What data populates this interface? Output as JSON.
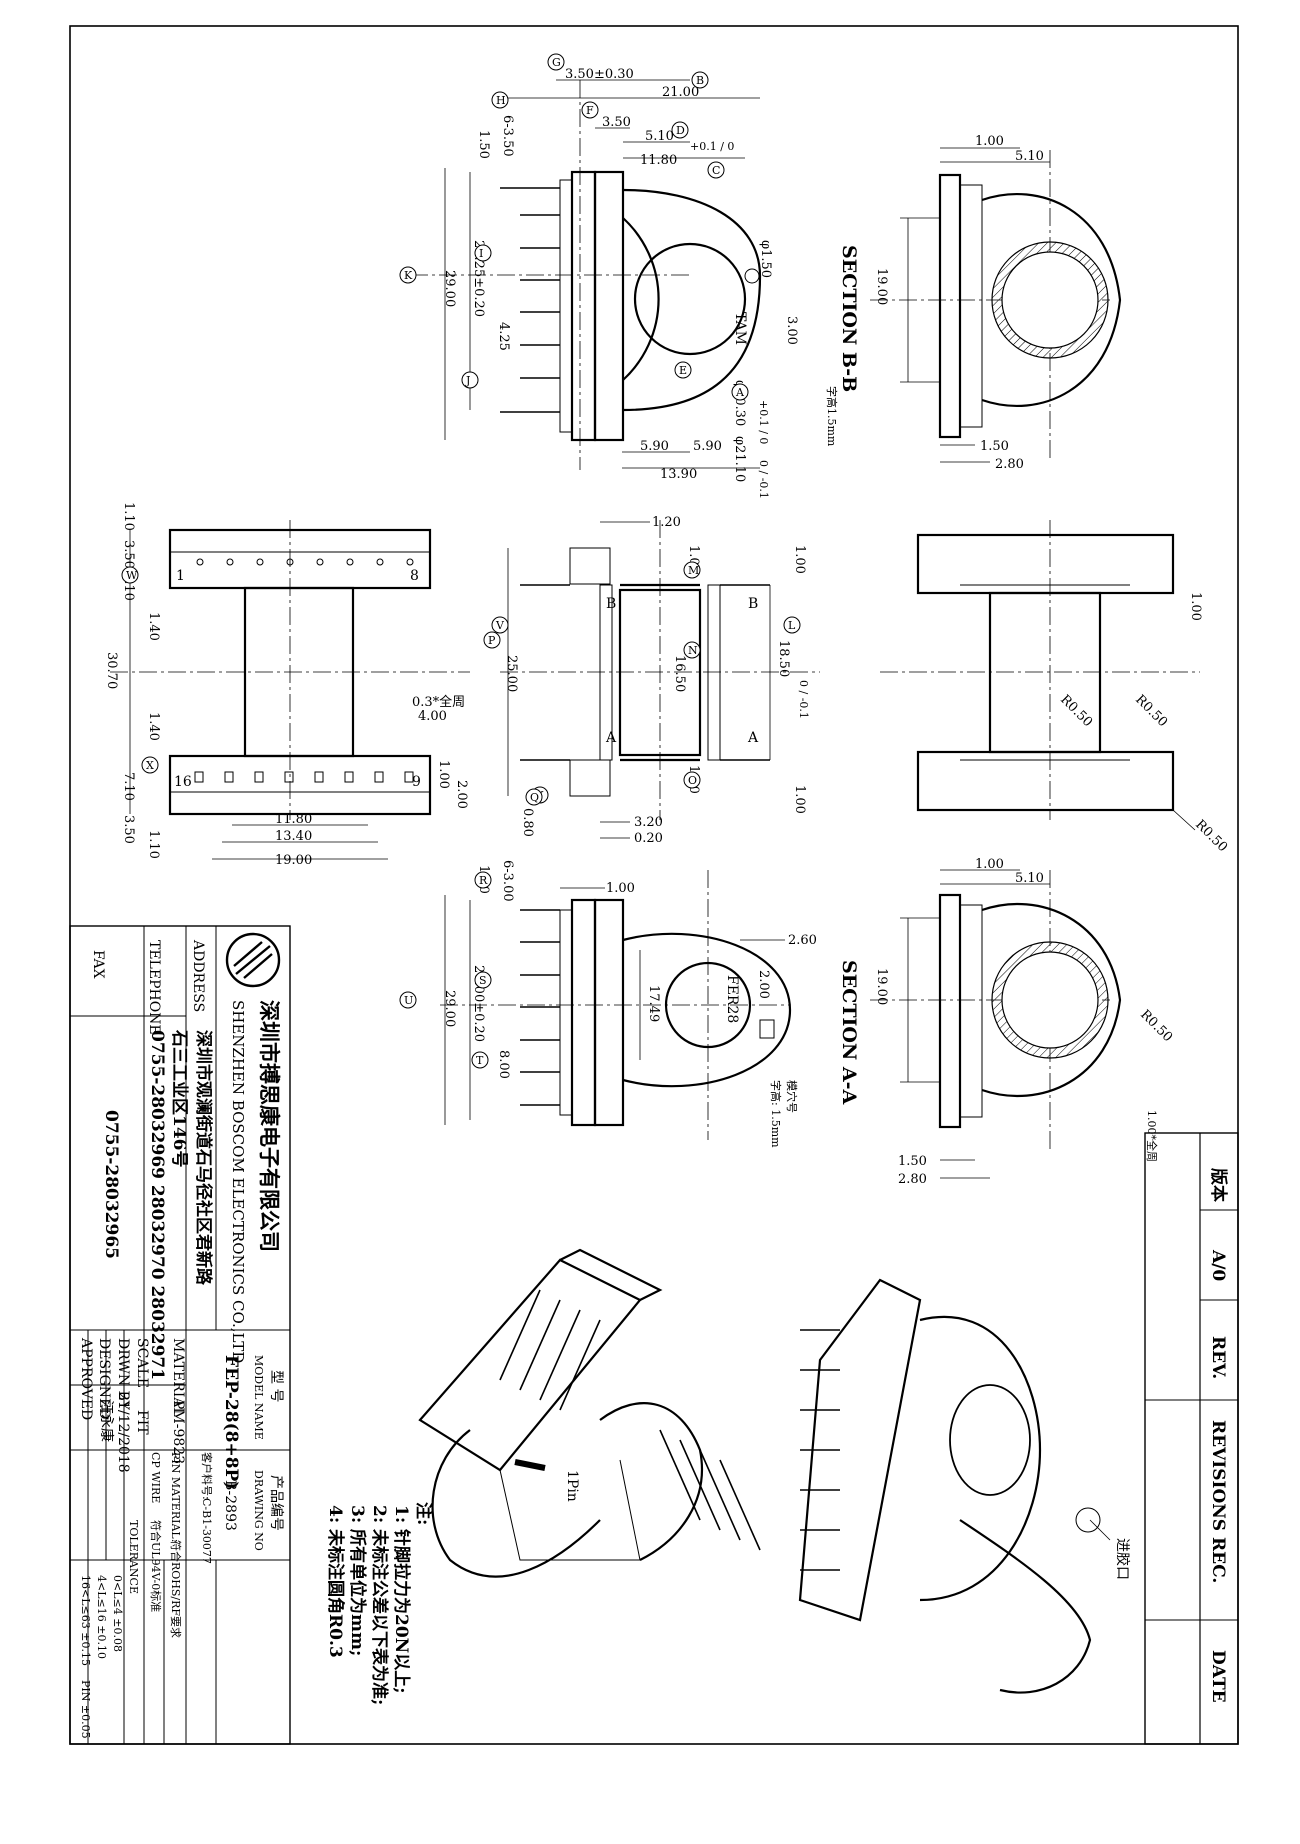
{
  "company": {
    "name_cn": "深圳市搏思康电子有限公司",
    "name_en": "SHENZHEN BOSCOM ELECTRONICS CO.,LTD",
    "address_label": "ADDRESS",
    "address_line1": "深圳市观澜街道石马径社区君新路",
    "address_line2": "石三工业区146号",
    "telephone_label": "TELEPHONE",
    "telephone": "0755-28032969  28032970  28032971",
    "fax_label": "FAX",
    "fax": "0755-28032965"
  },
  "title_block": {
    "model_cn": "型 号",
    "model_label": "MODEL NAME",
    "model": "FEP-28(8+8P)",
    "drawing_no_cn": "产品编号",
    "drawing_no_label": "DRAWING NO",
    "drawing_no": "B-2893",
    "customer_pn_label": "客户料号:",
    "customer_pn": "C-B1-30077",
    "material_label": "MATERIAL",
    "material": "PM-9823",
    "pin_material_label": "PIN MATERIAL:",
    "pin_material": "符合ROHS/RF要求",
    "scale_label": "SCALE",
    "scale": "FIT",
    "cp_wire_label": "CP WIRE",
    "cp_wire": "符合UL94V-0标准",
    "drawn_label": "DRWN BY",
    "drawn_date": "21/12/2018",
    "designed_label": "DESIGNED",
    "designed_by": "汪永康",
    "approved_label": "APPROVED",
    "tolerance_label": "TOLERANCE",
    "tol_rows": [
      "0<L≤4    ±0.08",
      "4<L≤16   ±0.10",
      "16<L≤63  ±0.15",
      "PIN   ±0.05"
    ]
  },
  "revision_table": {
    "version_label": "版本",
    "version": "A/0",
    "rev_label": "REV.",
    "revisions_label": "REVISIONS REC.",
    "date_label": "DATE"
  },
  "notes": {
    "title": "注:",
    "items": [
      "1: 针脚拉力为20N以上;",
      "2: 未标注公差以下表为准;",
      "3: 所有单位为mm;",
      "4: 未标注圆角R0.3"
    ]
  },
  "section_labels": {
    "bb": "SECTION B-B",
    "aa": "SECTION A-A"
  },
  "annotations": {
    "pin1": "1Pin",
    "gate": "进胶口",
    "font_h1": "字高1.5mm",
    "model_mark": "模穴号",
    "font_h2": "字高: 1.5mm",
    "tam": "TAM",
    "fer28": "FER28",
    "full_circle1": "0.3*全周",
    "full_circle2": "1.00*全周",
    "pin_num_1": "1",
    "pin_num_8": "8",
    "pin_num_16": "16",
    "pin_num_9": "9",
    "sec_a": "A",
    "sec_b": "B"
  },
  "dimensions_top": {
    "d_350_030": "3.50±0.30",
    "d_2100": "21.00",
    "d_350": "3.50",
    "d_6x350": "6-3.50",
    "d_150a": "1.50",
    "d_510a": "5.10",
    "d_1180": "11.80",
    "d_1180_tol": "+0.1 / 0",
    "d_phi150": "φ1.50",
    "d_2525": "25.25±0.20",
    "d_2900a": "29.00",
    "d_425": "4.25",
    "d_300": "3.00",
    "d_phi1030": "φ10.30",
    "d_phi1030_tol": "+0.1 / 0",
    "d_phi2110": "φ21.10",
    "d_phi2110_tol": "0 / -0.1",
    "d_590a": "5.90",
    "d_590b": "5.90",
    "d_1390": "13.90",
    "d_100a": "1.00",
    "d_510b": "5.10",
    "d_1900a": "19.00",
    "d_150b": "1.50",
    "d_280a": "2.80"
  },
  "dimensions_mid": {
    "d_110a": "1.10",
    "d_350a": "3.50",
    "d_710a": "7.10",
    "d_140a": "1.40",
    "d_3070": "30.70",
    "d_140b": "1.40",
    "d_710b": "7.10",
    "d_350b": "3.50",
    "d_110b": "1.10",
    "d_1180b": "11.80",
    "d_1340": "13.40",
    "d_1900b": "19.00",
    "d_400": "4.00",
    "d_100b": "1.00",
    "d_200": "2.00",
    "d_120": "1.20",
    "d_100c": "1.00",
    "d_100d": "1.00",
    "d_2500": "25.00",
    "d_1650": "16.50",
    "d_1850": "18.50",
    "d_1850_tol": "0 / -0.1",
    "d_100e": "1.00",
    "d_100f": "1.00",
    "d_080": "0.80",
    "d_320": "3.20",
    "d_020": "0.20",
    "d_100g": "1.00",
    "d_r050a": "R0.50",
    "d_r050b": "R0.50",
    "d_r050c": "R0.50"
  },
  "dimensions_bottom": {
    "d_6x300": "6-3.00",
    "d_150c": "1.50",
    "d_100h": "1.00",
    "d_2600": "26.00±0.20",
    "d_2900b": "29.00",
    "d_1749": "17.49",
    "d_800": "8.00",
    "d_260": "2.60",
    "d_200b": "2.00",
    "d_100i": "1.00",
    "d_510c": "5.10",
    "d_1900c": "19.00",
    "d_r050d": "R0.50",
    "d_150d": "1.50",
    "d_280b": "2.80"
  },
  "balloons": [
    "G",
    "H",
    "F",
    "D",
    "C",
    "E",
    "B",
    "I",
    "J",
    "K",
    "A",
    "V",
    "W",
    "X",
    "Y",
    "M",
    "N",
    "L",
    "O",
    "P",
    "Q",
    "R",
    "S",
    "T",
    "U"
  ]
}
